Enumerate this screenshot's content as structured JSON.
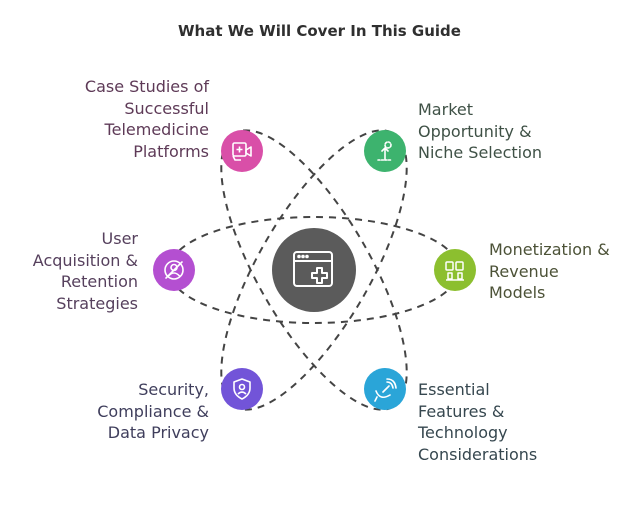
{
  "title": "What We Will Cover In This Guide",
  "topics": [
    {
      "id": "case-studies",
      "label": "Case Studies of\nSuccessful\nTelemedicine\nPlatforms",
      "color": "#d94fa8",
      "text_color": "#5e3a57",
      "icon": "video-call-medical-icon"
    },
    {
      "id": "market",
      "label": "Market\nOpportunity &\nNiche Selection",
      "color": "#3db36e",
      "text_color": "#3f5146",
      "icon": "target-arrow-icon"
    },
    {
      "id": "user-acquisition",
      "label": "User\nAcquisition &\nRetention\nStrategies",
      "color": "#b44fd1",
      "text_color": "#56405d",
      "icon": "user-magnet-icon"
    },
    {
      "id": "monetization",
      "label": "Monetization &\nRevenue\nModels",
      "color": "#8cbf2f",
      "text_color": "#4c5237",
      "icon": "money-stack-icon"
    },
    {
      "id": "security",
      "label": "Security,\nCompliance &\nData Privacy",
      "color": "#7254d8",
      "text_color": "#3f3e5c",
      "icon": "shield-user-icon"
    },
    {
      "id": "features",
      "label": "Essential\nFeatures &\nTechnology\nConsiderations",
      "color": "#2aa5d8",
      "text_color": "#36474f",
      "icon": "satellite-dish-icon"
    }
  ],
  "center": {
    "color": "#5b5b5b",
    "icon": "medical-app-window-icon"
  }
}
